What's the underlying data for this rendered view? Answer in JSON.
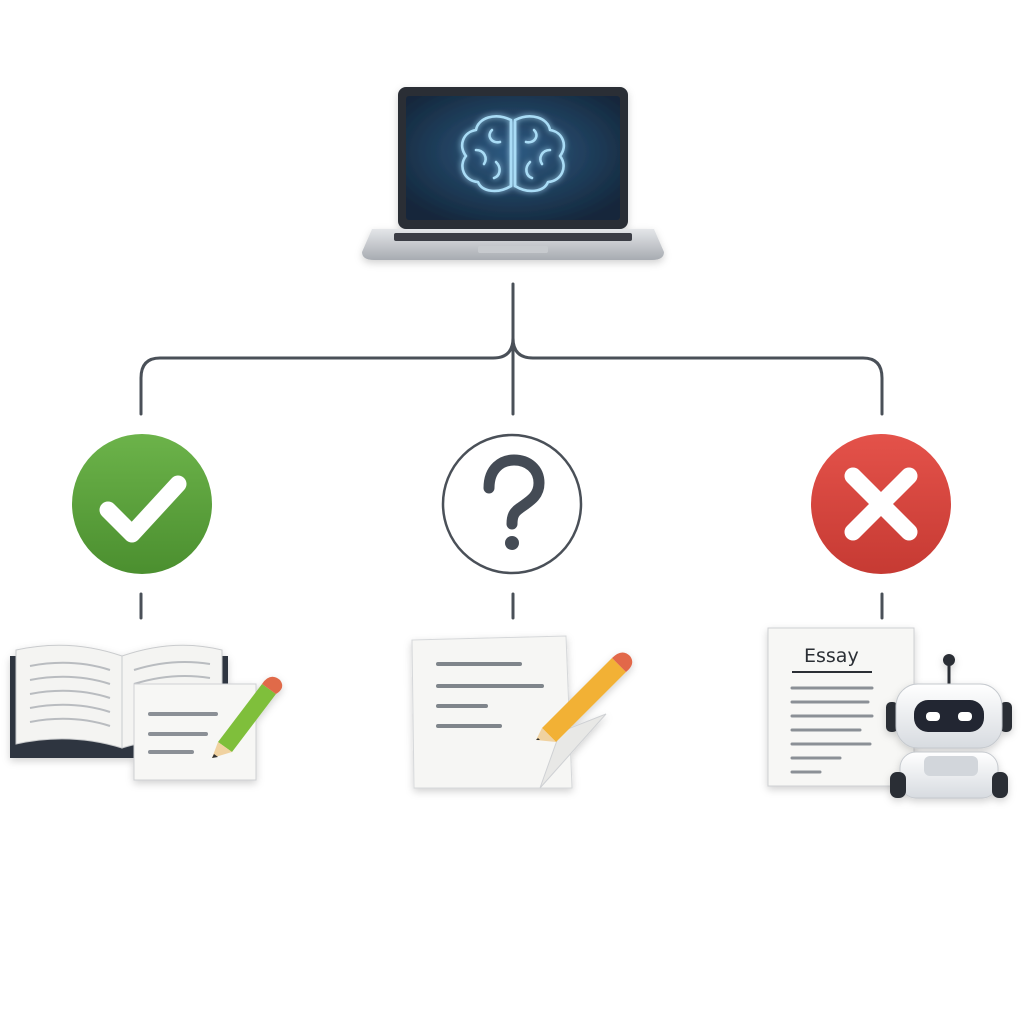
{
  "root": {
    "device": "laptop-icon",
    "screen_icon": "brain-icon"
  },
  "branches": [
    {
      "status": "acceptable",
      "status_icon": "checkmark-icon",
      "status_color": "#5a9e3c",
      "illustration": "book-and-notes-icon"
    },
    {
      "status": "uncertain",
      "status_icon": "question-mark-icon",
      "status_color": "#444b55",
      "illustration": "document-with-pencil-icon"
    },
    {
      "status": "not-acceptable",
      "status_icon": "cross-icon",
      "status_color": "#d8433c",
      "illustration": "ai-written-essay-icon",
      "document_title": "Essay"
    }
  ],
  "colors": {
    "connector": "#4a5058",
    "background": "#ffffff",
    "screen": "#1f3a56",
    "brain_glow": "#9fd4f2",
    "pencil": "#f0a830"
  }
}
